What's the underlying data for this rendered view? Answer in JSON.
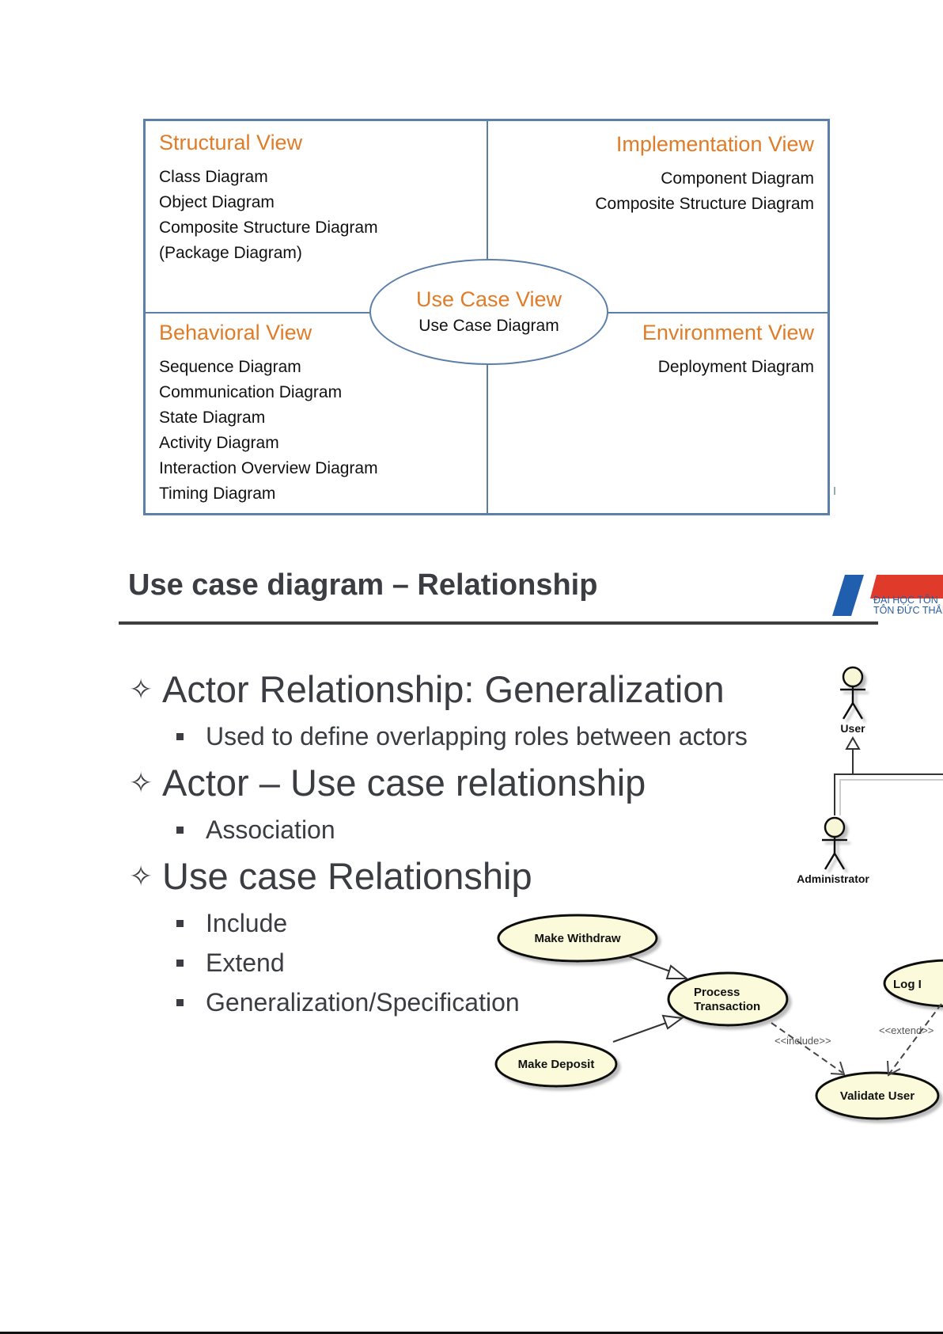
{
  "views_diagram": {
    "structural": {
      "title": "Structural View",
      "items": [
        "Class Diagram",
        "Object Diagram",
        "Composite Structure Diagram",
        "(Package Diagram)"
      ]
    },
    "implementation": {
      "title": "Implementation View",
      "items": [
        "Component Diagram",
        "Composite Structure Diagram"
      ]
    },
    "use_case": {
      "title": "Use Case View",
      "items": [
        "Use Case Diagram"
      ]
    },
    "behavioral": {
      "title": "Behavioral View",
      "items": [
        "Sequence Diagram",
        "Communication Diagram",
        "State Diagram",
        "Activity Diagram",
        "Interaction Overview Diagram",
        "Timing Diagram"
      ]
    },
    "environment": {
      "title": "Environment View",
      "items": [
        "Deployment Diagram"
      ]
    },
    "colors": {
      "border": "#5b7fa8",
      "title": "#e07c27"
    }
  },
  "slide": {
    "title": "Use case diagram – Relationship",
    "logo": {
      "line1": "ĐẠI HỌC TÔN",
      "line2": "TÔN ĐỨC THẮN"
    },
    "bullets": [
      {
        "text": "Actor Relationship:  Generalization",
        "subitems": [
          "Used to define overlapping roles between actors"
        ]
      },
      {
        "text": "Actor – Use case relationship",
        "subitems": [
          "Association"
        ]
      },
      {
        "text": "Use case Relationship",
        "subitems": [
          "Include",
          "Extend",
          "Generalization/Specification"
        ]
      }
    ]
  },
  "uml_diagram": {
    "actors": {
      "user": "User",
      "administrator": "Administrator"
    },
    "use_cases": {
      "make_withdraw": "Make Withdraw",
      "process_transaction_line1": "Process",
      "process_transaction_line2": "Transaction",
      "make_deposit": "Make Deposit",
      "validate_user": "Validate User",
      "log_in": "Log I"
    },
    "stereotypes": {
      "include": "<<include>>",
      "extend": "<<extend>>"
    }
  }
}
